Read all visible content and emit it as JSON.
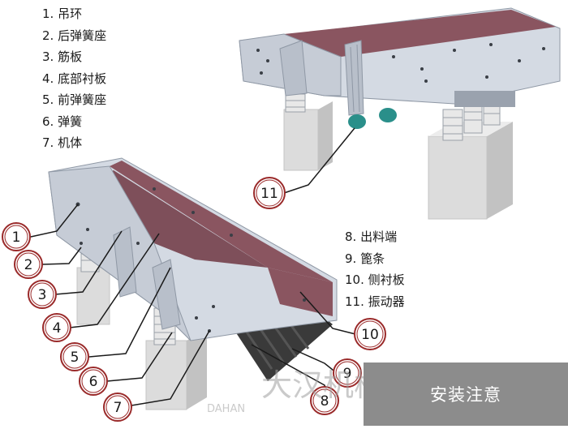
{
  "legend_left": [
    "1. 吊环",
    "2. 后弹簧座",
    "3. 筋板",
    "4. 底部衬板",
    "5. 前弹簧座",
    "6. 弹簧",
    "7. 机体"
  ],
  "legend_right": [
    "8. 出料端",
    "9. 篦条",
    "10. 侧衬板",
    "11. 振动器"
  ],
  "callouts": [
    "1",
    "2",
    "3",
    "4",
    "5",
    "6",
    "7",
    "8",
    "9",
    "10",
    "11"
  ],
  "watermark": {
    "brand": "大汉机械",
    "sub": "DAHAN"
  },
  "badge": "安装注意",
  "colors": {
    "steel": "#d4dae3",
    "steel_dark": "#aeb6c2",
    "liner": "#8a5560",
    "grate": "#3a3a3a",
    "callout_ring": "#9a2a2a",
    "motor": "#2a8f8a"
  }
}
